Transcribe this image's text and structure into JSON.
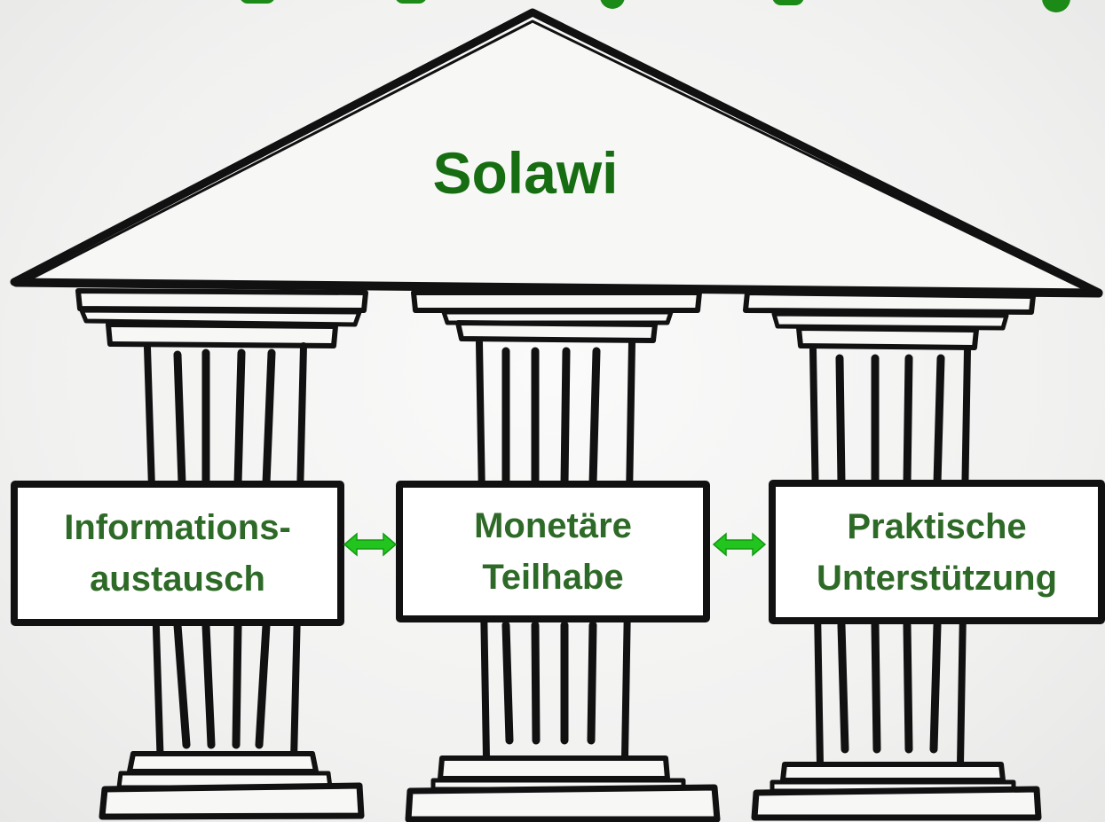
{
  "diagram": {
    "title": "Solawi",
    "pillars": [
      {
        "line1": "Informations-",
        "line2": "austausch"
      },
      {
        "line1": "Monetäre",
        "line2": "Teilhabe"
      },
      {
        "line1": "Praktische",
        "line2": "Unterstützung"
      }
    ],
    "connectors": [
      {
        "from": "Informations- austausch",
        "to": "Monetäre Teilhabe",
        "type": "bidirectional-arrow"
      },
      {
        "from": "Monetäre Teilhabe",
        "to": "Praktische Unterstützung",
        "type": "bidirectional-arrow"
      }
    ]
  },
  "colors": {
    "title_green": "#176d12",
    "label_green": "#2e6a27",
    "arrow_green": "#22c41e",
    "outline": "#111111",
    "background": "#f1f1ef"
  }
}
